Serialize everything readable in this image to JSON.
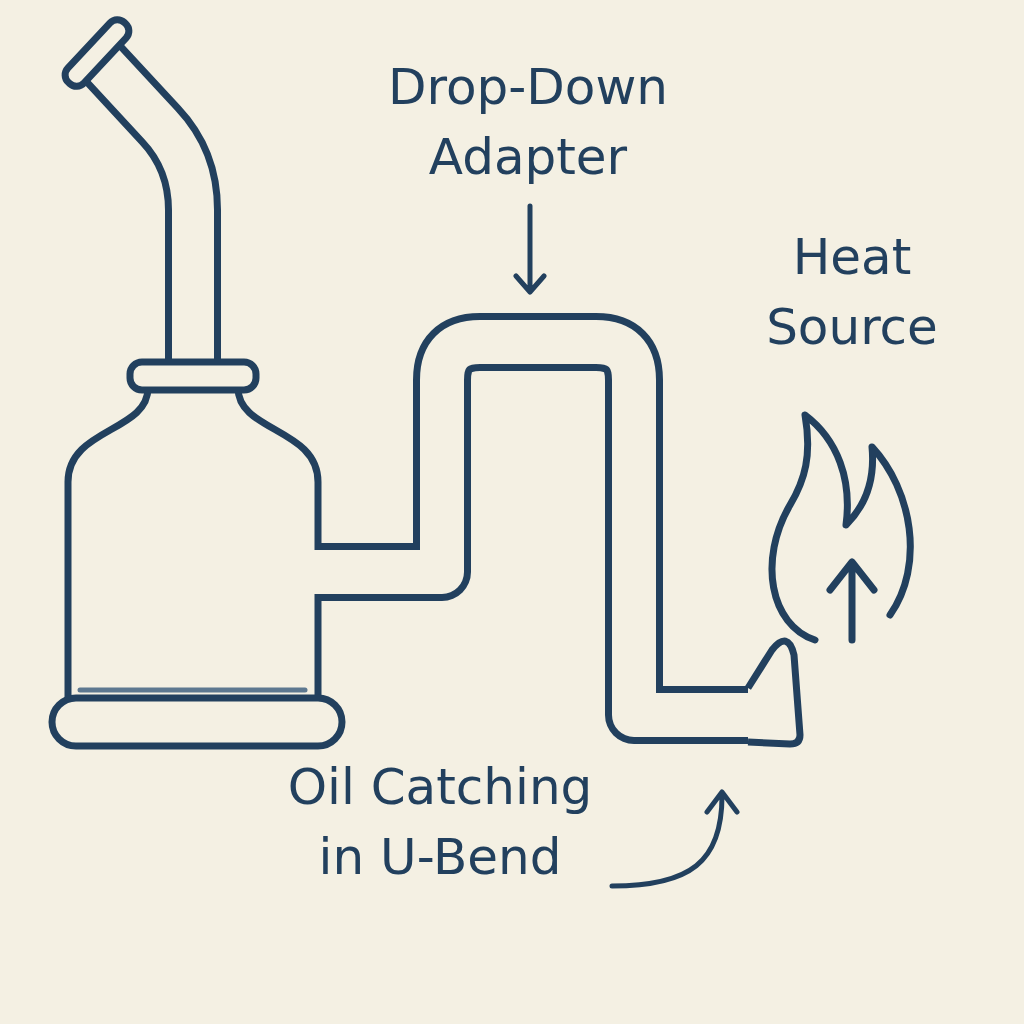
{
  "diagram": {
    "labels": [
      "Drop-Down Adapter",
      "Heat Source",
      "Oil Catching in U-Bend"
    ]
  }
}
